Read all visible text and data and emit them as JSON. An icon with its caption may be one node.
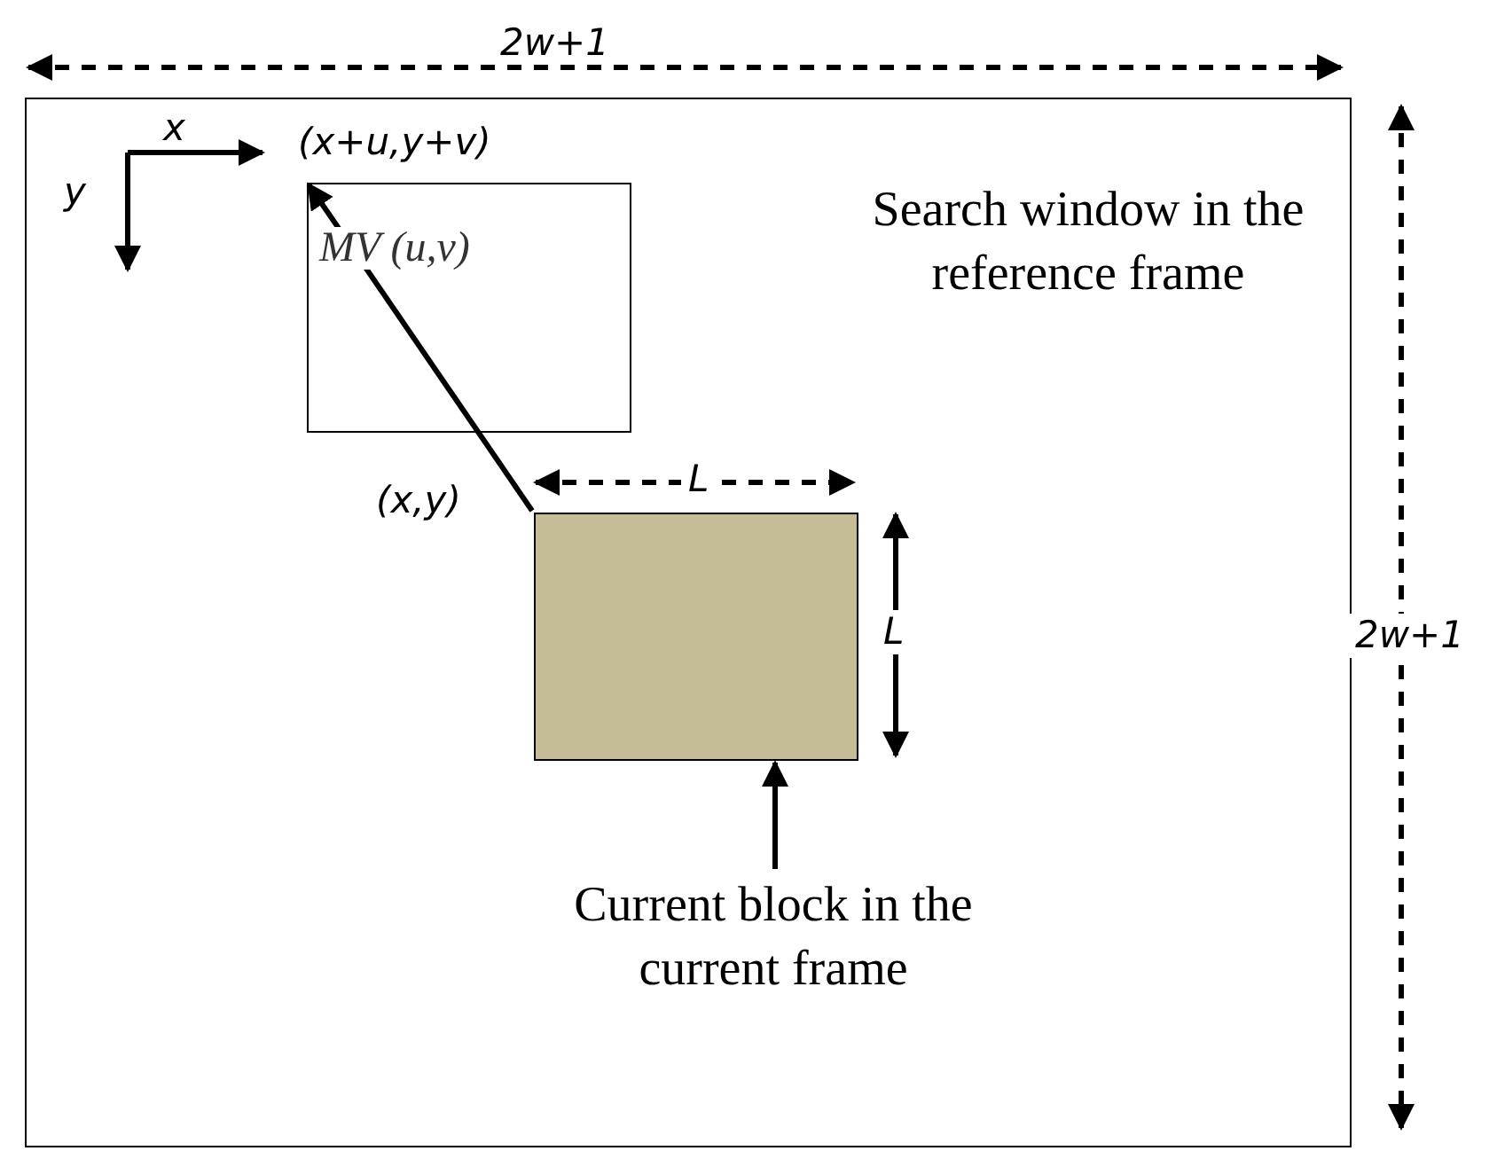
{
  "diagram": {
    "nodes": [
      {
        "text": [
          "Search window in the reference frame"
        ]
      },
      {
        "text": [],
        "shape": "box",
        "in": 0
      },
      {
        "text": [],
        "shape": "box",
        "in": 0
      },
      {
        "text": [
          "Current block in the current frame"
        ],
        "in": 0
      }
    ],
    "edges": [
      {
        "from": 2,
        "to": 1,
        "arrow": "to",
        "label": "MV (u,v)"
      },
      {
        "from": 3,
        "to": 2,
        "arrow": "to"
      }
    ],
    "labels": [
      "2w+1",
      "x",
      "y",
      "(x+u,y+v)",
      "(x,y)",
      "L",
      "L",
      "2w+1"
    ]
  }
}
